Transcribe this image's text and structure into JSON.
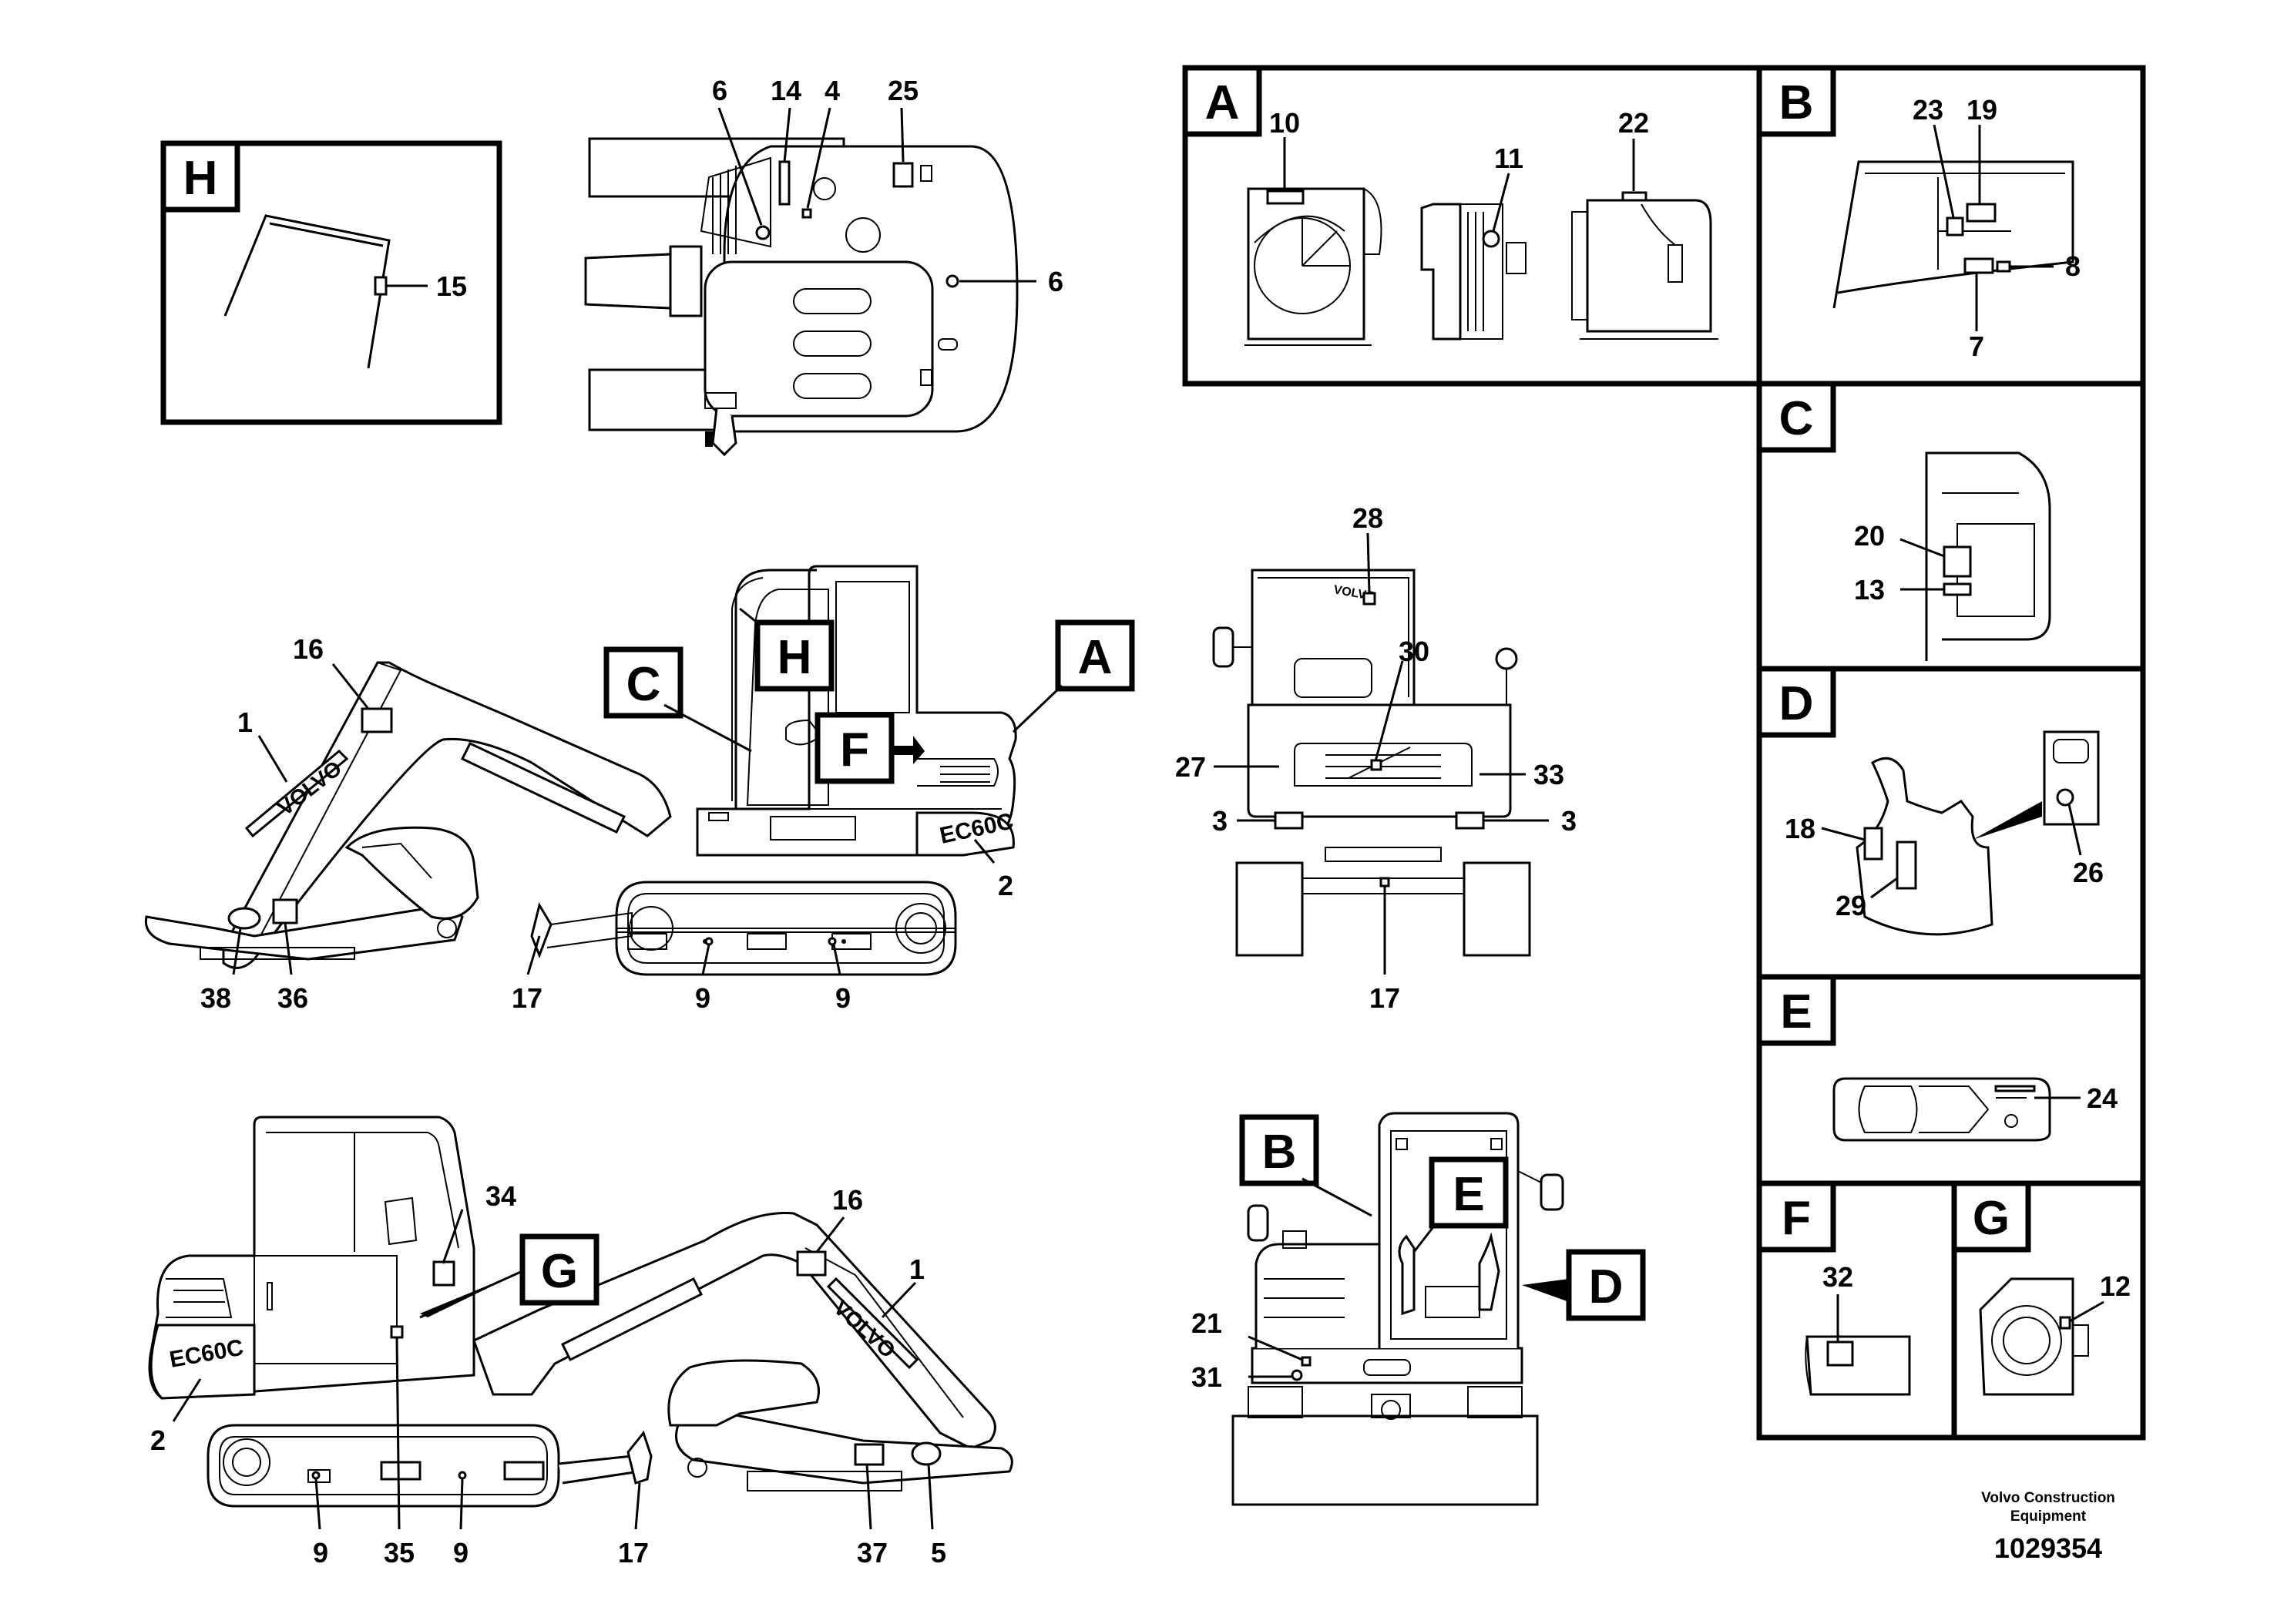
{
  "boxes": {
    "A": "A",
    "B": "B",
    "C": "C",
    "D": "D",
    "E": "E",
    "F": "F",
    "G": "G",
    "H": "H"
  },
  "callouts": {
    "n1a": "1",
    "n1b": "1",
    "n2a": "2",
    "n2b": "2",
    "n3a": "3",
    "n3b": "3",
    "n4": "4",
    "n5": "5",
    "n6a": "6",
    "n6b": "6",
    "n7": "7",
    "n8": "8",
    "n9a": "9",
    "n9b": "9",
    "n9c": "9",
    "n9d": "9",
    "n10": "10",
    "n11": "11",
    "n12": "12",
    "n13": "13",
    "n14": "14",
    "n15": "15",
    "n16a": "16",
    "n16b": "16",
    "n17a": "17",
    "n17b": "17",
    "n17c": "17",
    "n18": "18",
    "n19": "19",
    "n20": "20",
    "n21": "21",
    "n22": "22",
    "n23": "23",
    "n24": "24",
    "n25": "25",
    "n26": "26",
    "n27": "27",
    "n28": "28",
    "n29": "29",
    "n30": "30",
    "n31": "31",
    "n32": "32",
    "n33": "33",
    "n34": "34",
    "n35": "35",
    "n36": "36",
    "n37": "37",
    "n38": "38"
  },
  "machine_text": {
    "brand": "VOLVO",
    "model": "EC60C"
  },
  "footer": {
    "company_line1": "Volvo Construction",
    "company_line2": "Equipment",
    "doc_number": "1029354"
  }
}
